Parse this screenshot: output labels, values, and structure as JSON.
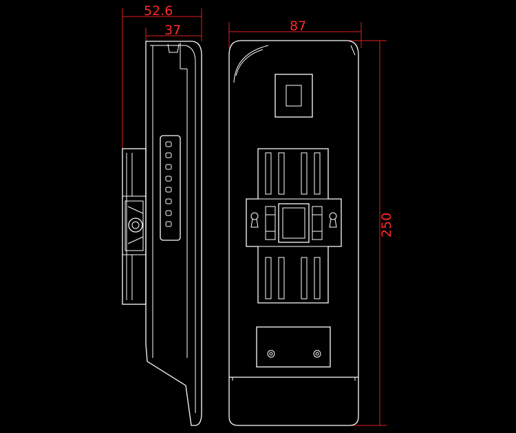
{
  "dimensions": {
    "side_total_depth": "52.6",
    "side_body_depth": "37",
    "front_width": "87",
    "front_height": "250"
  },
  "colors": {
    "background": "#000000",
    "outline": "#ffffff",
    "dimension": "#e02020"
  }
}
